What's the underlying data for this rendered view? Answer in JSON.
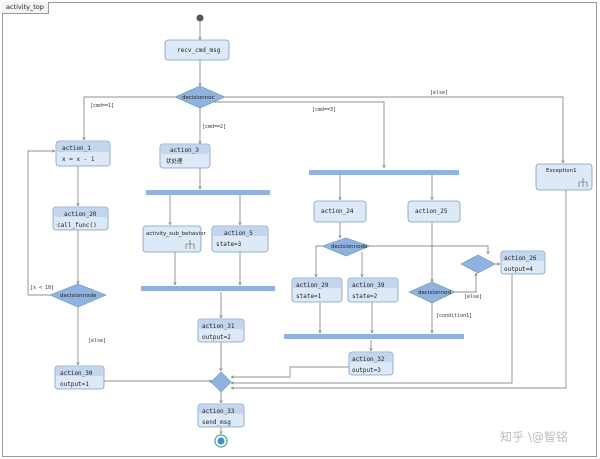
{
  "frame_title": "activity_top",
  "nodes": {
    "recv": "recv_cmd_msg",
    "a1_name": "action_1",
    "a1_body": "x = x - 1",
    "a3_name": "action_3",
    "a3_body": "状处理",
    "a20_name": "action_20",
    "a20_body": "call_func()",
    "asb": "activity_sub_behavior",
    "a5_name": "action_5",
    "a5_body": "state=3",
    "a24": "action_24",
    "a25": "action_25",
    "a29_name": "action_29",
    "a29_body": "state=1",
    "a39_name": "action_39",
    "a39_body": "state=2",
    "a26_name": "action_26",
    "a26_body": "output=4",
    "exc": "Exception1",
    "a31_name": "action_31",
    "a31_body": "output=2",
    "a32_name": "action_32",
    "a32_body": "output=3",
    "a30_name": "action_30",
    "a30_body": "output=1",
    "a33_name": "action_33",
    "a33_body": "send_msg"
  },
  "decisions": {
    "top": "decisionnoc",
    "left": "decisionnode",
    "mid": "decisionnode",
    "right": "decisionnod"
  },
  "guards": {
    "cmd1": "[cmd==1]",
    "cmd2": "[cmd==2]",
    "cmd3": "[cmd==3]",
    "else_top": "[else]",
    "x10": "[x < 10]",
    "else_left": "[else]",
    "else_right": "[else]",
    "cond1": "[condition1]"
  },
  "watermark": "知乎 \\@智铭"
}
